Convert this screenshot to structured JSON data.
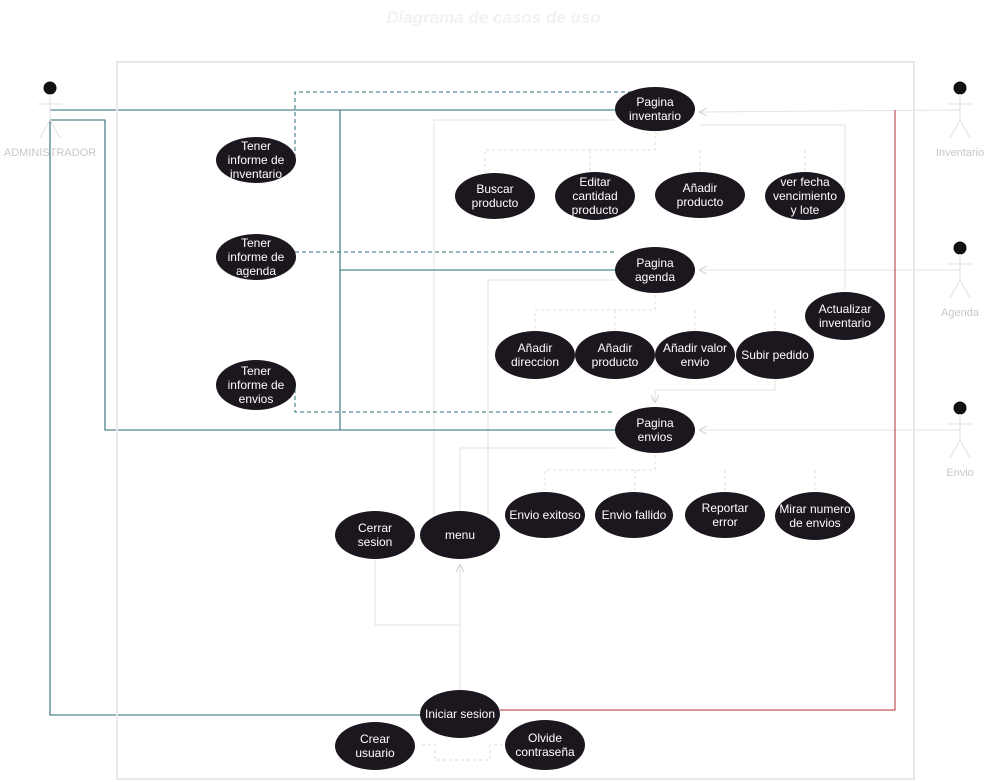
{
  "title": "Diagrama de casos de uso",
  "actors": {
    "administrador": "ADMINISTRADOR",
    "inventario": "Inventario",
    "agenda": "Agenda",
    "envio": "Envio"
  },
  "use_cases": {
    "pagina_inventario": "Pagina inventario",
    "tener_informe_inventario": "Tener informe de inventario",
    "buscar_producto": "Buscar producto",
    "editar_cantidad_producto": "Editar cantidad producto",
    "anadir_producto_inv": "Añadir producto",
    "ver_fecha_vencimiento": "ver fecha vencimiento y lote",
    "tener_informe_agenda": "Tener informe de agenda",
    "pagina_agenda": "Pagina agenda",
    "actualizar_inventario": "Actualizar inventario",
    "anadir_direccion": "Añadir direccion",
    "anadir_producto_ag": "Añadir producto",
    "anadir_valor_envio": "Añadir valor envio",
    "subir_pedido": "Subir pedido",
    "tener_informe_envios": "Tener informe de envios",
    "pagina_envios": "Pagina envios",
    "envio_exitoso": "Envio exitoso",
    "envio_fallido": "Envio fallido",
    "reportar_error": "Reportar error",
    "mirar_numero_envios": "Mirar numero de envios",
    "cerrar_sesion": "Cerrar sesion",
    "menu": "menu",
    "iniciar_sesion": "Iniciar sesion",
    "crear_usuario": "Crear usuario",
    "olvide_contrasena": "Olvide contraseña"
  },
  "colors": {
    "use_case_fill": "#1c161e",
    "admin_line": "#2a6b74",
    "dashed_line": "#2a6b74",
    "red_line": "#b03030",
    "light_line": "#e0e0e0"
  }
}
